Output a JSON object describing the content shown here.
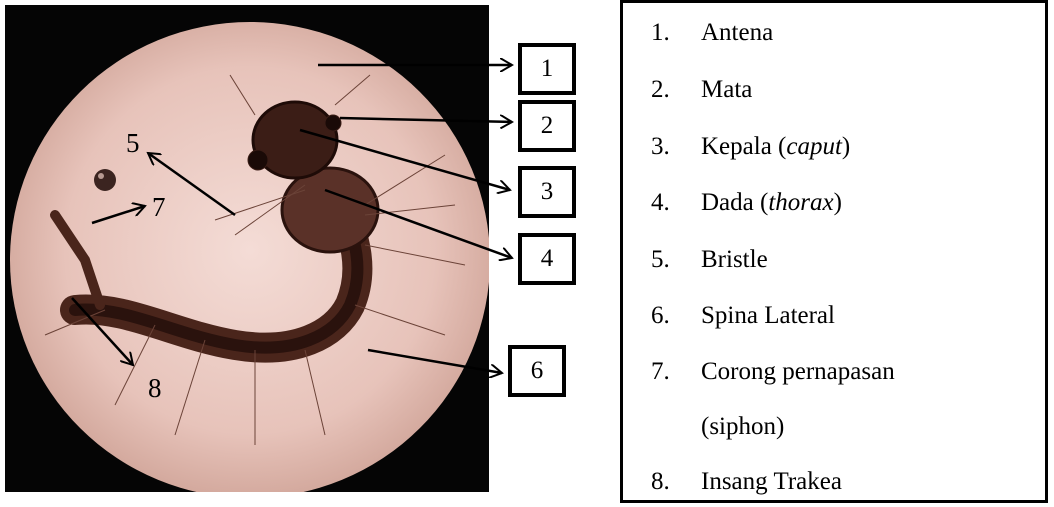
{
  "figure": {
    "number_boxes": [
      "1",
      "2",
      "3",
      "4",
      "6"
    ],
    "free_labels": [
      "5",
      "7",
      "8"
    ]
  },
  "legend": {
    "items": [
      {
        "num": "1.",
        "text": "Antena"
      },
      {
        "num": "2.",
        "text": "Mata"
      },
      {
        "num": "3.",
        "pre": "Kepala (",
        "italic": "caput",
        "post": ")"
      },
      {
        "num": "4.",
        "pre": "Dada (",
        "italic": "thorax",
        "post": ")"
      },
      {
        "num": "5.",
        "text": "Bristle"
      },
      {
        "num": "6.",
        "text": "Spina Lateral"
      },
      {
        "num": "7.",
        "text": "Corong pernapasan"
      },
      {
        "num": "",
        "text": "(siphon)"
      },
      {
        "num": "8.",
        "text": "Insang Trakea"
      }
    ]
  },
  "colors": {
    "background_field": "#e9c7bf",
    "larva_body": "#3a1d16"
  }
}
